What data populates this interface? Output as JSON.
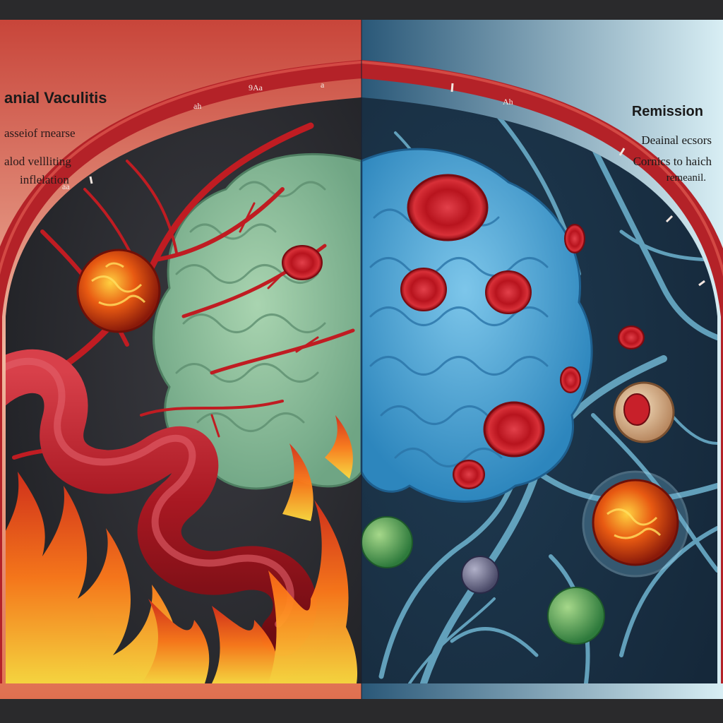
{
  "left_panel": {
    "title": "anial Vaculitis",
    "lines": [
      "asseiof rnearse",
      "alod vellliting",
      "inflelation"
    ]
  },
  "right_panel": {
    "title": "Remission",
    "lines": [
      "Deainal ecsors",
      "Cornics to haich",
      "remeanil."
    ]
  },
  "arc_marks": [
    "ah",
    "9Aa",
    "a",
    "Ah",
    "aa"
  ],
  "colors": {
    "inflamed_bg": "#b8302a",
    "inflamed_flame": "#ff7a1a",
    "remission_bg": "#2e5f7a",
    "brain_left": "#8fbf9a",
    "brain_right": "#4aa7d6",
    "rbc": "#c8202a",
    "vessel": "#b21e22"
  }
}
